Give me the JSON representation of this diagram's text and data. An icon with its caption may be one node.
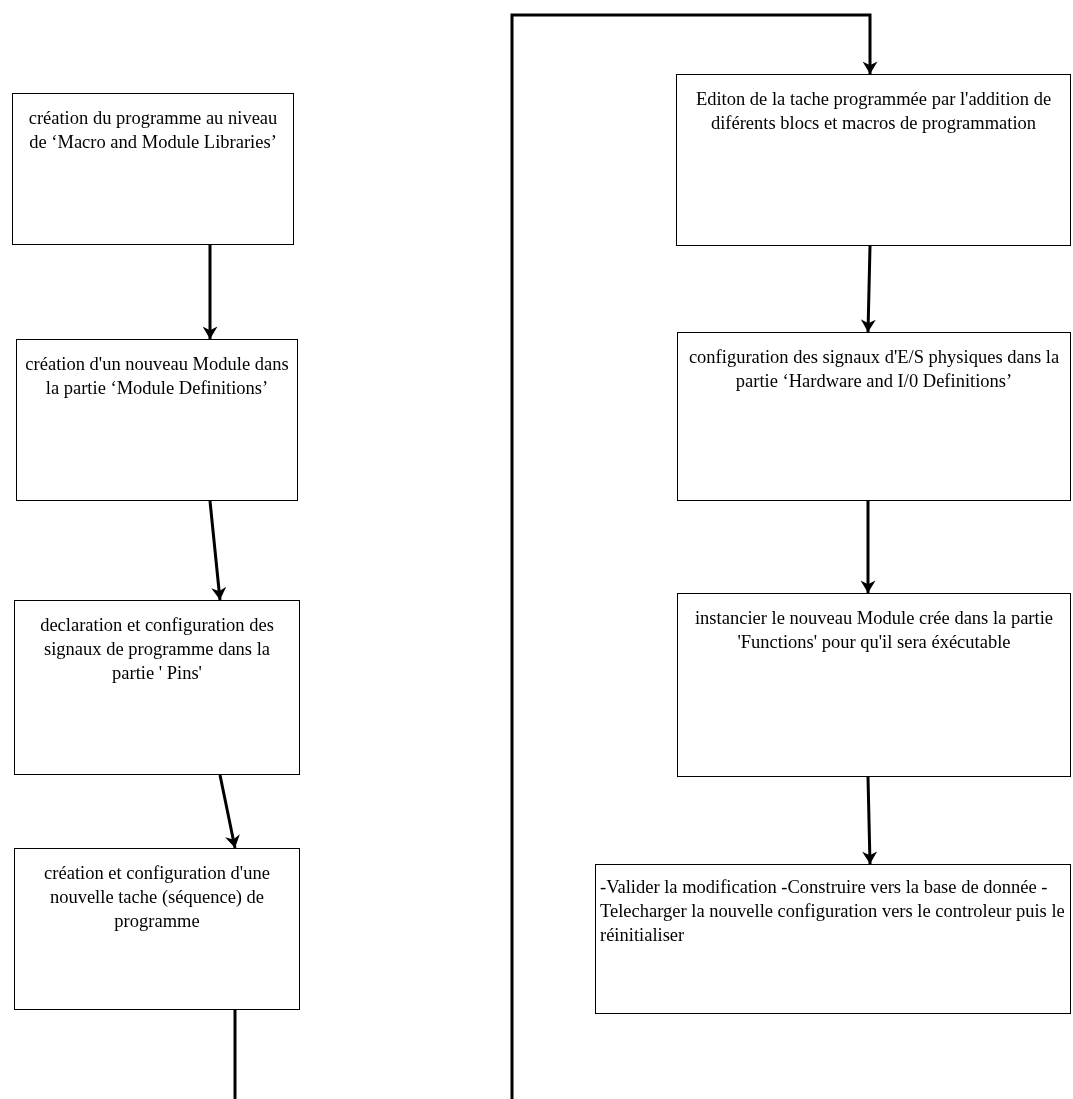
{
  "diagram": {
    "nodes": [
      {
        "text": [
          "création du programme au niveau de ‘Macro and Module Libraries’"
        ]
      },
      {
        "text": [
          "création d'un nouveau Module dans la partie ‘Module Definitions’"
        ]
      },
      {
        "text": [
          "declaration et configuration des signaux de programme dans la partie ' Pins'"
        ]
      },
      {
        "text": [
          "création et configuration d'une nouvelle tache (séquence) de programme"
        ]
      },
      {
        "text": [
          "Editon de la tache programmée par l'addition de diférents blocs et macros de programmation"
        ]
      },
      {
        "text": [
          "configuration des signaux d'E/S physiques dans la partie ‘Hardware and I/0 Definitions’"
        ]
      },
      {
        "text": [
          "instancier le nouveau Module crée dans la partie 'Functions' pour qu'il sera éxécutable"
        ]
      },
      {
        "text": [
          "-Valider la modification -Construire vers la base de donnée -Telecharger la nouvelle configuration vers le controleur puis le réinitialiser"
        ]
      }
    ],
    "edges": [
      {
        "from": 0,
        "to": 1,
        "arrow": "to"
      },
      {
        "from": 1,
        "to": 2,
        "arrow": "to"
      },
      {
        "from": 2,
        "to": 3,
        "arrow": "to"
      },
      {
        "from": 3,
        "to": null,
        "arrow": "none"
      },
      {
        "from": null,
        "to": 4,
        "arrow": "to"
      },
      {
        "from": 4,
        "to": 5,
        "arrow": "to"
      },
      {
        "from": 5,
        "to": 6,
        "arrow": "to"
      },
      {
        "from": 6,
        "to": 7,
        "arrow": "to"
      }
    ]
  }
}
